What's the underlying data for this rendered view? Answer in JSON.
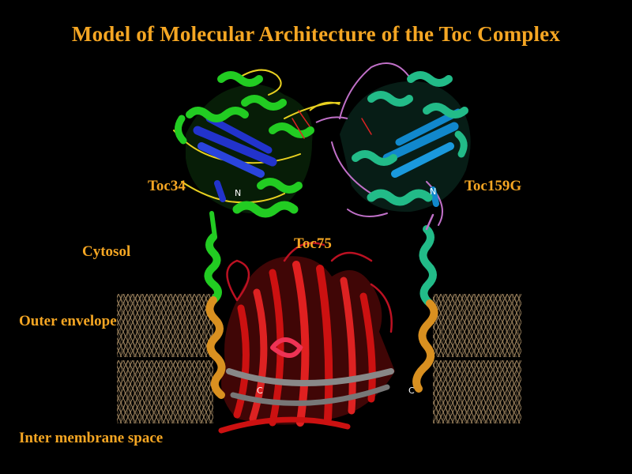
{
  "title": "Model of Molecular Architecture of the Toc Complex",
  "labels": {
    "toc34": "Toc34",
    "toc159g": "Toc159G",
    "toc75": "Toc75",
    "cytosol": "Cytosol",
    "outer_envelope": "Outer envelope",
    "inter_membrane_space": "Inter membrane space"
  },
  "termini": {
    "toc34_n": "N",
    "toc159g_n": "N",
    "toc34_c": "C",
    "toc159g_c": "C"
  },
  "colors": {
    "label": "#f5a623",
    "toc34_helix": "#22cc22",
    "toc34_sheet": "#2233cc",
    "toc34_loop": "#e8d020",
    "toc159g_helix": "#22bb88",
    "toc159g_sheet": "#1188cc",
    "toc159g_loop": "#c070c8",
    "toc75_barrel": "#cc1111",
    "membrane_anchor": "#d99020",
    "lipid": "#b89a70"
  }
}
